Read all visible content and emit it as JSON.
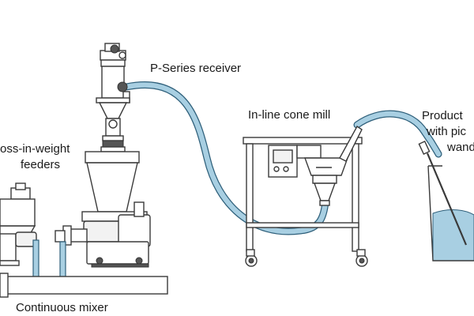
{
  "labels": {
    "receiver": "P-Series receiver",
    "cone_mill": "In-line cone mill",
    "product_line1": "Product",
    "product_line2": "with pic",
    "product_line3": "wand",
    "feeders_line1": "oss-in-weight",
    "feeders_line2": "feeders",
    "mixer": "Continuous mixer"
  },
  "colors": {
    "hose": "#a8cfe2",
    "hose_outline": "#2e5f7a",
    "equipment_line": "#3a3a3a"
  }
}
